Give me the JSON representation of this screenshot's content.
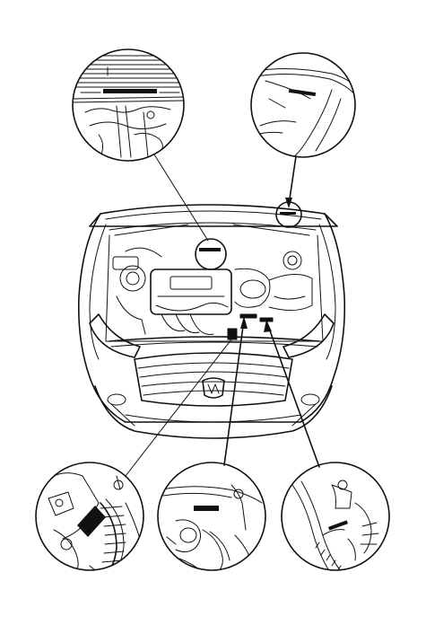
{
  "diagram": {
    "callouts": [
      {
        "id": "windshield-label",
        "style": "bar"
      },
      {
        "id": "hood-label",
        "style": "bar"
      },
      {
        "id": "radiator-support-label-left",
        "style": "block"
      },
      {
        "id": "radiator-support-label-center",
        "style": "bar"
      },
      {
        "id": "radiator-support-label-right",
        "style": "bar"
      }
    ],
    "colors": {
      "ink": "#111111",
      "paper": "#ffffff"
    }
  }
}
